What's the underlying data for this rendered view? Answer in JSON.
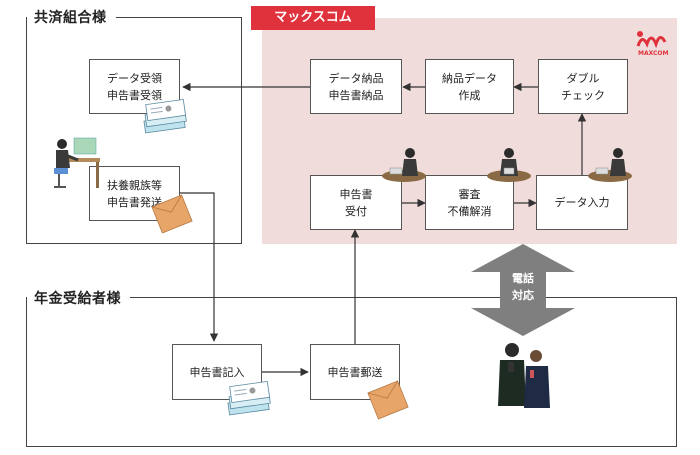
{
  "sections": {
    "union_title": "共済組合様",
    "maxcom_title": "マックスコム",
    "pensioner_title": "年金受給者様"
  },
  "logo": {
    "text": "MAXCOM"
  },
  "boxes": {
    "receive": {
      "line1": "データ受領",
      "line2": "申告書受領"
    },
    "send": {
      "line1": "扶養親族等",
      "line2": "申告書発送"
    },
    "deliver": {
      "line1": "データ納品",
      "line2": "申告書納品"
    },
    "create": {
      "line1": "納品データ",
      "line2": "作成"
    },
    "double": {
      "line1": "ダブル",
      "line2": "チェック"
    },
    "accept": {
      "line1": "申告書",
      "line2": "受付"
    },
    "review": {
      "line1": "審査",
      "line2": "不備解消"
    },
    "input": {
      "line1": "データ入力",
      "line2": ""
    },
    "fill": {
      "line1": "申告書記入",
      "line2": ""
    },
    "mail": {
      "line1": "申告書郵送",
      "line2": ""
    }
  },
  "phone": {
    "line1": "電話",
    "line2": "対応"
  },
  "colors": {
    "maxcom_red": "#e0323c",
    "pink_bg": "#f1dcdc",
    "envelope": "#e7a56a",
    "docs": "#bfe3ee"
  }
}
